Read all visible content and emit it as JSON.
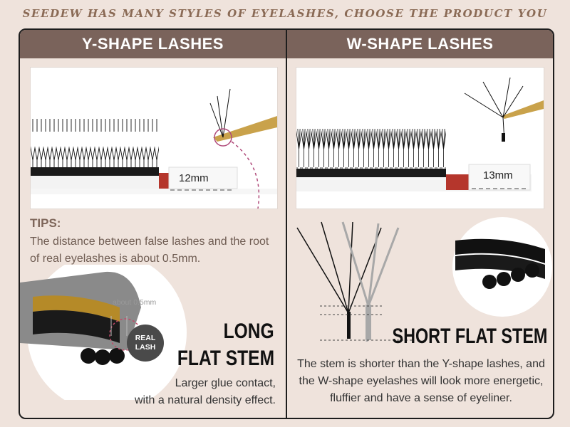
{
  "headline": "Seedew has many styles of eyelashes, choose the product you need!",
  "left": {
    "title": "Y-SHAPE LASHES",
    "photo_length": "12mm",
    "tips_label": "TIPS:",
    "tips_text": "The distance between false lashes and the root of real eyelashes is about 0.5mm.",
    "distance_label": "about 0.5mm",
    "real_lash_label": "REAL LASH",
    "stem_line1": "LONG",
    "stem_line2": "FLAT STEM",
    "desc_line1": "Larger glue contact,",
    "desc_line2": "with a natural density effect."
  },
  "right": {
    "title": "W-SHAPE LASHES",
    "photo_length": "13mm",
    "stem_label": "SHORT FLAT STEM",
    "desc": "The stem is shorter than the Y-shape lashes, and the W-shape eyelashes will look more energetic, fluffier and have a sense of eyeliner."
  },
  "colors": {
    "header_bg": "#7a635b",
    "page_bg": "#efe3dc",
    "accent_red": "#b5362c",
    "gold": "#c9a24b"
  }
}
